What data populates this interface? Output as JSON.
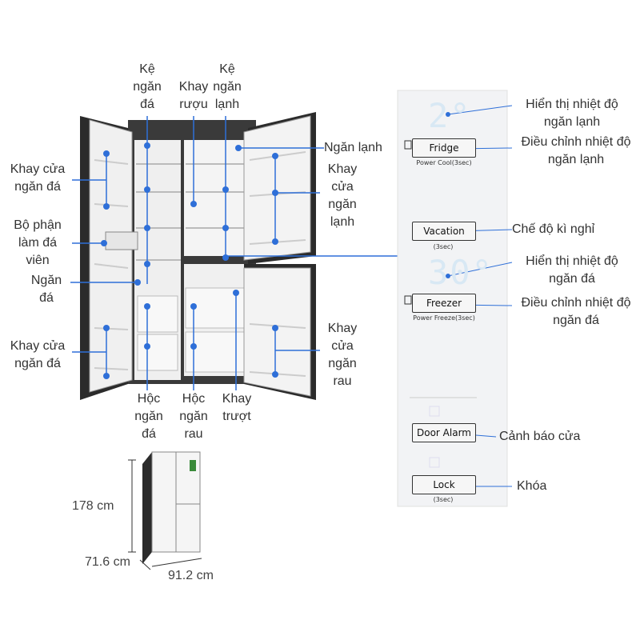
{
  "labels_left": {
    "ice_door_shelf_top": "Khay cửa\nngăn đá",
    "ice_maker": "Bộ phận\nlàm đá\nviên",
    "freezer": "Ngăn\nđá",
    "ice_door_shelf_bottom": "Khay cửa\nngăn đá"
  },
  "labels_top": {
    "freezer_shelf": "Kệ\nngăn\nđá",
    "wine_tray": "Khay\nrượu",
    "fridge_shelf": "Kệ\nngăn\nlạnh"
  },
  "labels_right": {
    "fridge_compartment": "Ngăn lạnh",
    "fridge_door_tray": "Khay\ncửa\nngăn\nlạnh",
    "veg_door_tray": "Khay\ncửa\nngăn\nrau"
  },
  "labels_bottom": {
    "freezer_drawer": "Hộc\nngăn\nđá",
    "veg_drawer": "Hộc\nngăn\nrau",
    "slide_tray": "Khay\ntrượt"
  },
  "panel": {
    "fridge_temp": "2°",
    "fridge_btn": "Fridge",
    "fridge_sub": "Power Cool(3sec)",
    "vacation_btn": "Vacation",
    "vacation_sub": "(3sec)",
    "freezer_temp": "30°",
    "freezer_btn": "Freezer",
    "freezer_sub": "Power Freeze(3sec)",
    "door_alarm_btn": "Door Alarm",
    "lock_btn": "Lock",
    "lock_sub": "(3sec)"
  },
  "panel_labels": {
    "fridge_display": "Hiển thị nhiệt độ\nngăn lạnh",
    "fridge_adjust": "Điều chỉnh nhiệt độ\nngăn lạnh",
    "vacation": "Chế độ kì nghỉ",
    "freezer_display": "Hiển thị nhiệt độ\nngăn đá",
    "freezer_adjust": "Điều chỉnh nhiệt độ\nngăn đá",
    "door_alarm": "Cảnh báo cửa",
    "lock": "Khóa"
  },
  "dimensions": {
    "height": "178 cm",
    "depth": "71.6 cm",
    "width": "91.2 cm"
  },
  "colors": {
    "dot": "#2e6fd8",
    "line": "#2e6fd8",
    "fridge_body": "#2a2a2a",
    "interior": "#f2f2f2"
  }
}
